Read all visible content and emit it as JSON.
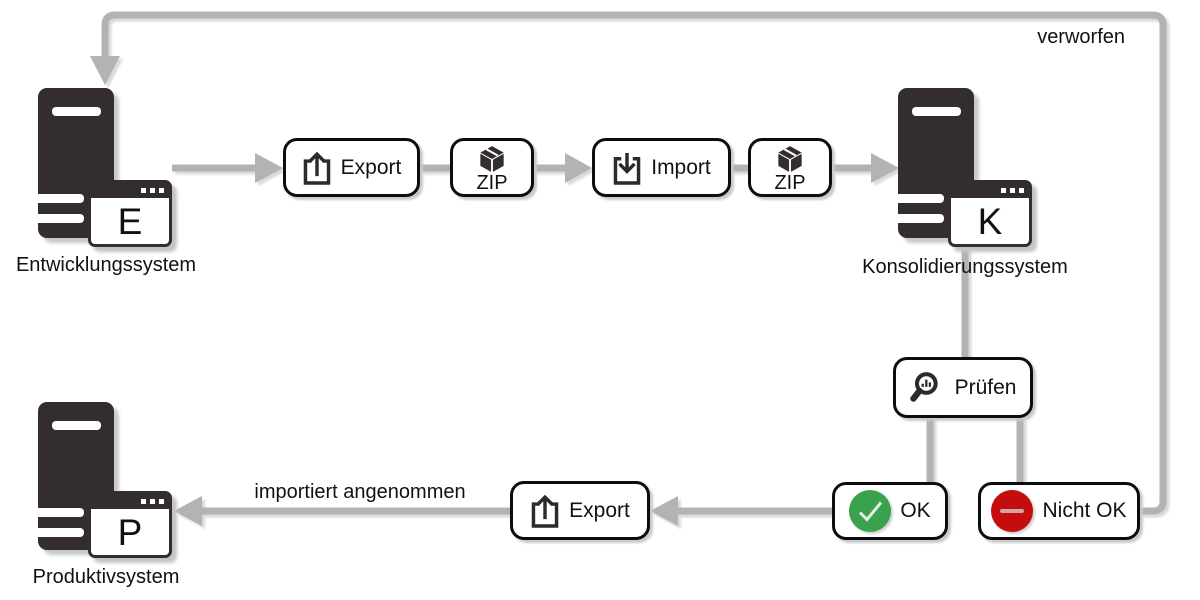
{
  "systems": {
    "development": {
      "letter": "E",
      "label": "Entwicklungssystem"
    },
    "consolidation": {
      "letter": "K",
      "label": "Konsolidierungssystem"
    },
    "production": {
      "letter": "P",
      "label": "Produktivsystem"
    }
  },
  "steps": {
    "export_top": {
      "label": "Export",
      "icon": "export-icon"
    },
    "zip_after_export": {
      "label": "ZIP",
      "icon": "package-icon"
    },
    "import_step": {
      "label": "Import",
      "icon": "import-icon"
    },
    "zip_after_import": {
      "label": "ZIP",
      "icon": "package-icon"
    },
    "check": {
      "label": "Prüfen",
      "icon": "magnifier-icon"
    },
    "ok": {
      "label": "OK",
      "icon": "check-circle-icon"
    },
    "not_ok": {
      "label": "Nicht OK",
      "icon": "minus-circle-icon"
    },
    "export_bottom": {
      "label": "Export",
      "icon": "export-icon"
    }
  },
  "edge_labels": {
    "rejected": "verworfen",
    "accepted": "importiert angenommen"
  },
  "colors": {
    "line": "#b3b3b3",
    "dark": "#332d30",
    "box_border": "#0d0d0d",
    "ok_green": "#3aa24c",
    "not_ok_red": "#c50d0d",
    "background": "#ffffff"
  }
}
